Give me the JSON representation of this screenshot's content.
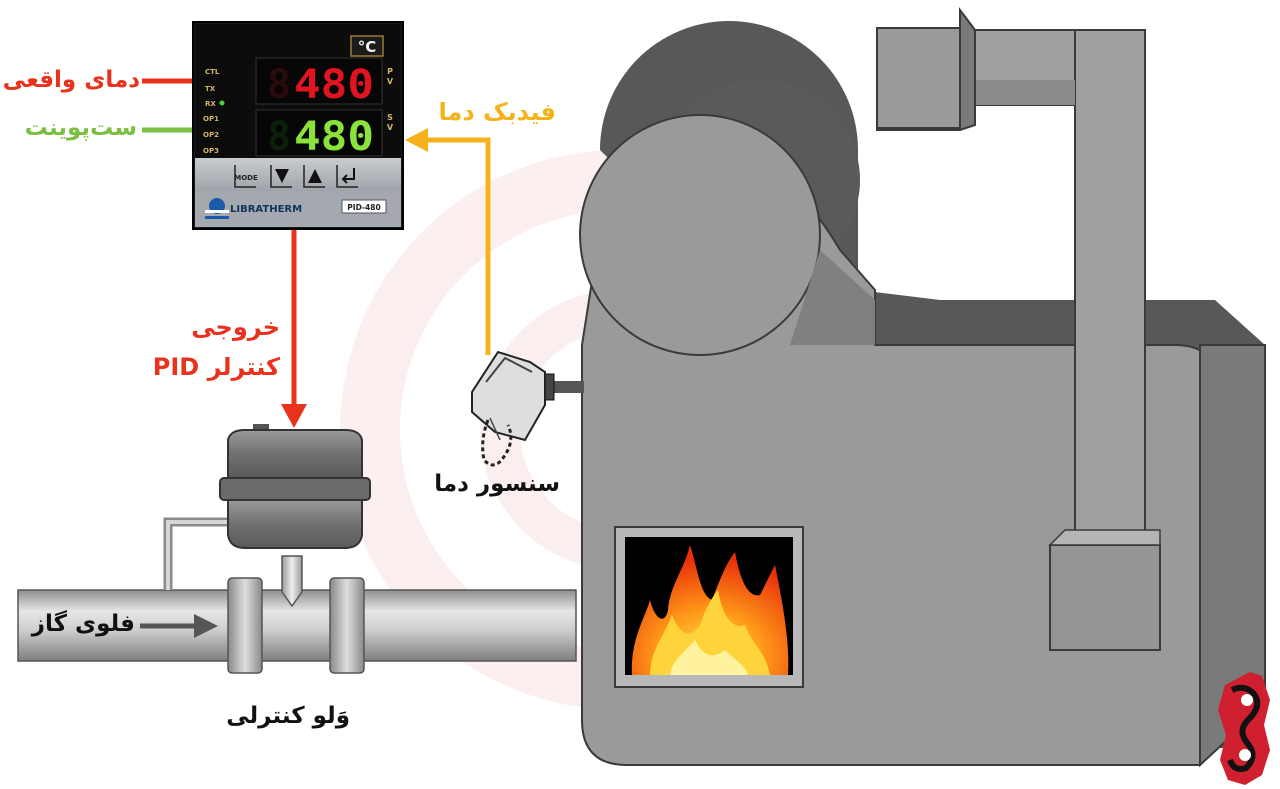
{
  "controller": {
    "unit": "°C",
    "pv_value": "480",
    "sv_value": "480",
    "pv_side": [
      "P",
      "V"
    ],
    "sv_side": [
      "S",
      "V"
    ],
    "leds": [
      "CTL",
      "TX",
      "RX",
      "OP1",
      "OP2",
      "OP3"
    ],
    "mode_label": "MODE",
    "brand": "LIBRATHERM",
    "model": "PID-480"
  },
  "labels": {
    "actual_temp": "دمای واقعی",
    "setpoint": "ست‌پوینت",
    "temp_feedback": "فیدبک دما",
    "pid_output_line1": "خروجی",
    "pid_output_line2": "کنترلر PID",
    "temp_sensor": "سنسور دما",
    "gas_flow": "فلوی گاز",
    "control_valve": "وَلو کنترلی"
  },
  "colors": {
    "actual_temp": "#e8321e",
    "setpoint": "#7bc043",
    "feedback": "#f6b21b",
    "pid_output": "#e8321e",
    "furnace": "#9a9a9a",
    "led_red": "#e0141e",
    "led_green": "#8be23a"
  }
}
